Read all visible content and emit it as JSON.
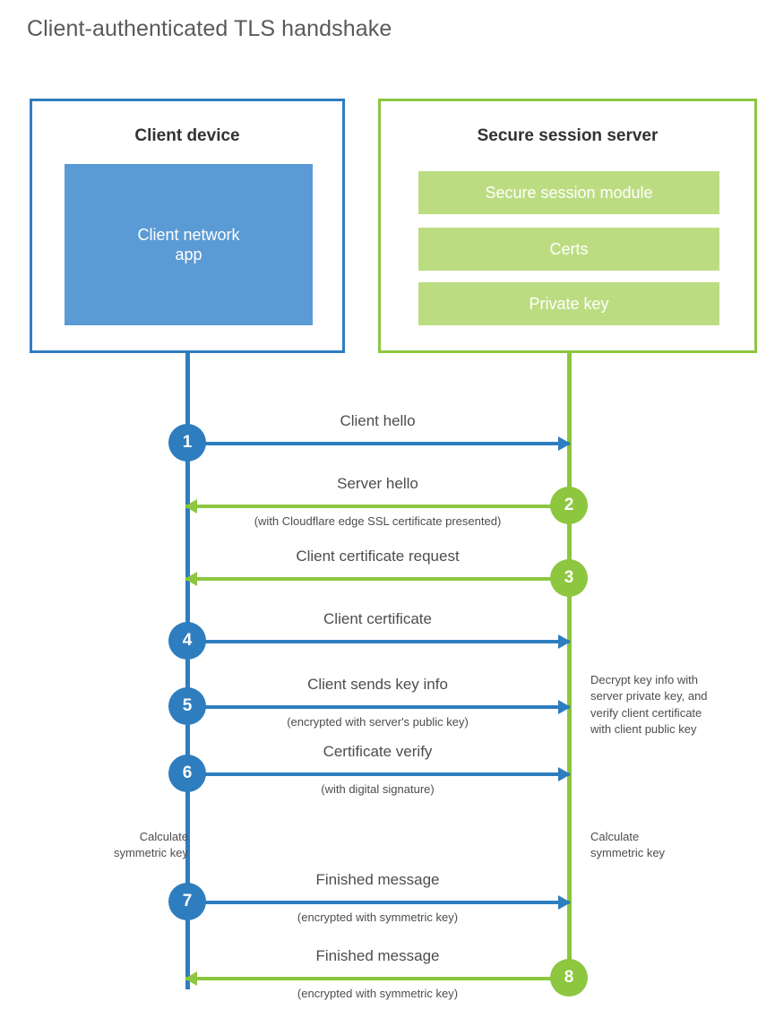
{
  "title": "Client-authenticated TLS handshake",
  "colors": {
    "client_accent": "#2E7DBF",
    "client_fill": "#5B9BD5",
    "server_accent": "#8DC63F",
    "server_fill": "#BCDC82",
    "text": "#4d4d4f",
    "title_text": "#58595b"
  },
  "actors": {
    "client": {
      "title": "Client device",
      "blocks": [
        {
          "label": "Client network\napp"
        }
      ]
    },
    "server": {
      "title": "Secure session server",
      "blocks": [
        {
          "label": "Secure session module"
        },
        {
          "label": "Certs"
        },
        {
          "label": "Private key"
        }
      ]
    }
  },
  "steps": [
    {
      "number": "1",
      "label": "Client hello",
      "sublabel": "",
      "direction": "to-server",
      "actor": "client"
    },
    {
      "number": "2",
      "label": "Server hello",
      "sublabel": "(with Cloudflare edge SSL certificate presented)",
      "direction": "to-client",
      "actor": "server"
    },
    {
      "number": "3",
      "label": "Client certificate request",
      "sublabel": "",
      "direction": "to-client",
      "actor": "server"
    },
    {
      "number": "4",
      "label": "Client certificate",
      "sublabel": "",
      "direction": "to-server",
      "actor": "client"
    },
    {
      "number": "5",
      "label": "Client sends key info",
      "sublabel": "(encrypted with server's public key)",
      "direction": "to-server",
      "actor": "client"
    },
    {
      "number": "6",
      "label": "Certificate verify",
      "sublabel": "(with digital signature)",
      "direction": "to-server",
      "actor": "client"
    },
    {
      "number": "7",
      "label": "Finished message",
      "sublabel": "(encrypted with symmetric key)",
      "direction": "to-server",
      "actor": "client"
    },
    {
      "number": "8",
      "label": "Finished message",
      "sublabel": "(encrypted with symmetric key)",
      "direction": "to-client",
      "actor": "server"
    }
  ],
  "notes": {
    "server_decrypt": "Decrypt key info with\nserver private key, and\nverify client certificate\nwith client public key",
    "client_calculate": "Calculate\nsymmetric key",
    "server_calculate": "Calculate\nsymmetric key"
  }
}
